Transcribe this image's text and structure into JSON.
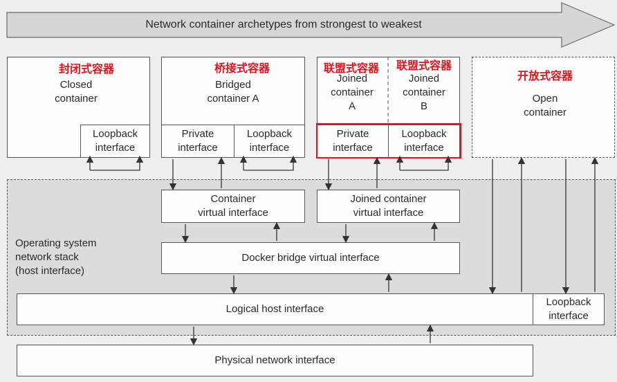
{
  "banner": "Network container archetypes from strongest to weakest",
  "containers": {
    "closed": {
      "cn": "封闭式容器",
      "name": "Closed\ncontainer",
      "loopback": "Loopback\ninterface"
    },
    "bridged": {
      "cn": "桥接式容器",
      "name": "Bridged\ncontainer A",
      "private": "Private\ninterface",
      "loopback": "Loopback\ninterface"
    },
    "joined_a": {
      "cn": "联盟式容器",
      "name": "Joined\ncontainer\nA",
      "private": "Private\ninterface"
    },
    "joined_b": {
      "cn": "联盟式容器",
      "name": "Joined\ncontainer\nB",
      "loopback": "Loopback\ninterface"
    },
    "open": {
      "cn": "开放式容器",
      "name": "Open\ncontainer"
    }
  },
  "host": {
    "stack_label": "Operating system\nnetwork stack\n(host interface)",
    "container_vif": "Container\nvirtual interface",
    "joined_vif": "Joined container\nvirtual interface",
    "docker_bridge": "Docker bridge virtual interface",
    "logical_host": "Logical host interface",
    "host_loopback": "Loopback\ninterface"
  },
  "physical": "Physical network interface",
  "colors": {
    "highlight": "#e0141e",
    "box_fill": "#fdfdfd",
    "host_fill": "#dcdcdc",
    "background": "#efefef"
  }
}
